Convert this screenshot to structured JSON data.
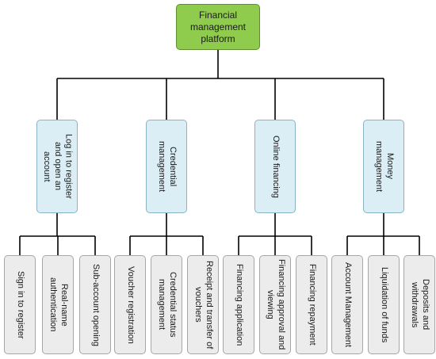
{
  "root": {
    "label": "Financial management platform"
  },
  "categories": [
    {
      "label": "Log in to register and open an account",
      "children": [
        "Sign in to register",
        "Real-name authentication",
        "Sub-account opening"
      ]
    },
    {
      "label": "Credential management",
      "children": [
        "Voucher registration",
        "Credential status management",
        "Receipt and transfer of vouchers"
      ]
    },
    {
      "label": "Online financing",
      "children": [
        "Financing application",
        "Financing approval and viewing",
        "Financing repayment"
      ]
    },
    {
      "label": "Money management",
      "children": [
        "Account Management",
        "Liquidation of funds",
        "Deposits and withdrawals"
      ]
    }
  ],
  "colors": {
    "root_fill": "#8fcb4c",
    "category_fill": "#dbeef5",
    "leaf_fill": "#ececec",
    "connector": "#000000"
  }
}
